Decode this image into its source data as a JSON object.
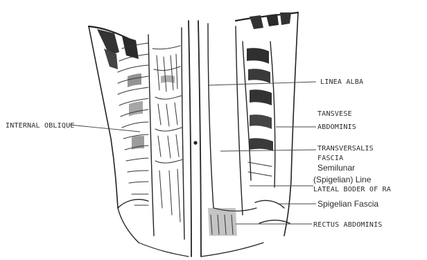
{
  "diagram": {
    "labels": {
      "internal_oblique": "INTERNAL OBLIQUE",
      "linea_alba": "LINEA ALBA",
      "transverse_1": "TANSVESE",
      "transverse_2": "ABDOMINIS",
      "transversalis_1": "TRANSVERSALIS",
      "transversalis_2": "FASCIA",
      "semilunar_1": "Semilunar",
      "semilunar_2": "(Spigelian) Line",
      "lateral_border": "LATEAL BODER OF RA",
      "spigelian_fascia": "Spigelian Fascia",
      "rectus_abdominis": "RECTUS ABDOMINIS"
    },
    "colors": {
      "ink": "#222222",
      "paper": "#ffffff",
      "label": "#2a2a2a"
    }
  }
}
